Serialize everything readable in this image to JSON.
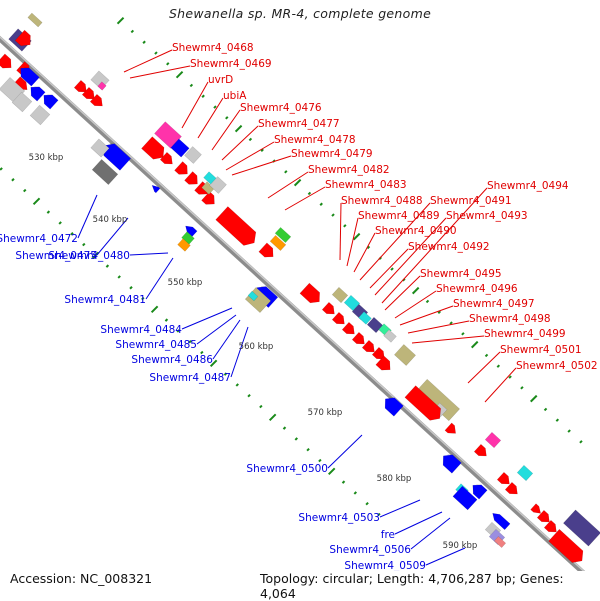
{
  "title": "Shewanella sp. MR-4, complete genome",
  "footer": {
    "accession": "Accession: NC_008321",
    "topology": "Topology: circular; Length: 4,706,287 bp; Genes: 4,064"
  },
  "colors": {
    "forward_label": "#e00000",
    "reverse_label": "#0000e0",
    "backbone": "#999999",
    "tick": "#1a8a1a"
  },
  "kbp_marks": [
    "530 kbp",
    "540 kbp",
    "550 kbp",
    "560 kbp",
    "570 kbp",
    "580 kbp",
    "590 kbp"
  ],
  "forward_labels": [
    "Shewmr4_0468",
    "Shewmr4_0469",
    "uvrD",
    "ubiA",
    "Shewmr4_0476",
    "Shewmr4_0477",
    "Shewmr4_0478",
    "Shewmr4_0479",
    "Shewmr4_0482",
    "Shewmr4_0483",
    "Shewmr4_0488",
    "Shewmr4_0489",
    "Shewmr4_0490",
    "Shewmr4_0491",
    "Shewmr4_0492",
    "Shewmr4_0493",
    "Shewmr4_0494",
    "Shewmr4_0495",
    "Shewmr4_0496",
    "Shewmr4_0497",
    "Shewmr4_0498",
    "Shewmr4_0499",
    "Shewmr4_0501",
    "Shewmr4_0502"
  ],
  "reverse_labels": [
    "Shewmr4_0472",
    "Shewmr4_0475",
    "Shewmr4_0480",
    "Shewmr4_0481",
    "Shewmr4_0484",
    "Shewmr4_0485",
    "Shewmr4_0486",
    "Shewmr4_0487",
    "Shewmr4_0500",
    "Shewmr4_0503",
    "fre",
    "Shewmr4_0506",
    "Shewmr4_0509"
  ]
}
